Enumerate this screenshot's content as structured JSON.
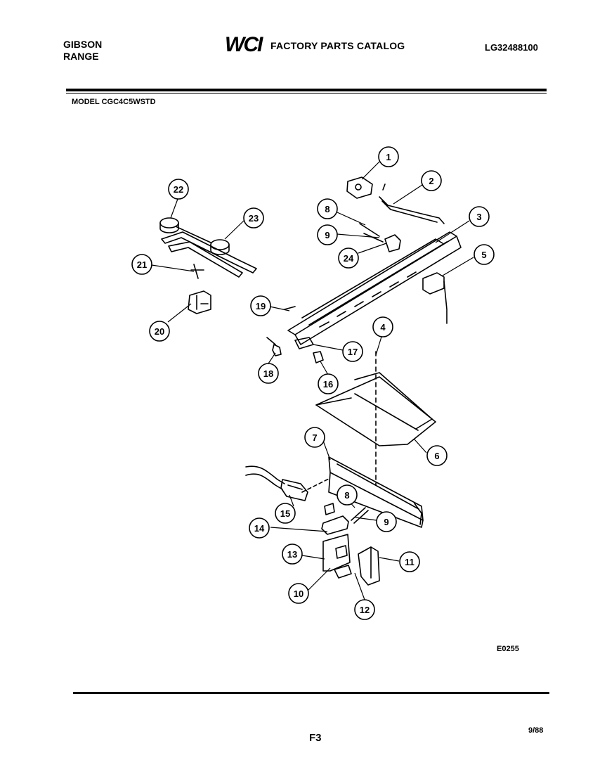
{
  "header": {
    "brand_line1": "GIBSON",
    "brand_line2": "RANGE",
    "logo_text": "WCI",
    "catalog_title": "FACTORY PARTS CATALOG",
    "catalog_number": "LG32488100",
    "model": "MODEL CGC4C5WSTD"
  },
  "footer": {
    "diagram_id": "E0255",
    "page": "F3",
    "date": "9/88"
  },
  "callouts": [
    {
      "num": "1"
    },
    {
      "num": "2"
    },
    {
      "num": "3"
    },
    {
      "num": "4"
    },
    {
      "num": "5"
    },
    {
      "num": "6"
    },
    {
      "num": "7"
    },
    {
      "num": "8"
    },
    {
      "num": "9"
    },
    {
      "num": "10"
    },
    {
      "num": "11"
    },
    {
      "num": "12"
    },
    {
      "num": "13"
    },
    {
      "num": "14"
    },
    {
      "num": "15"
    },
    {
      "num": "16"
    },
    {
      "num": "17"
    },
    {
      "num": "18"
    },
    {
      "num": "19"
    },
    {
      "num": "20"
    },
    {
      "num": "21"
    },
    {
      "num": "22"
    },
    {
      "num": "23"
    },
    {
      "num": "24"
    },
    {
      "num": "8"
    },
    {
      "num": "9"
    }
  ]
}
